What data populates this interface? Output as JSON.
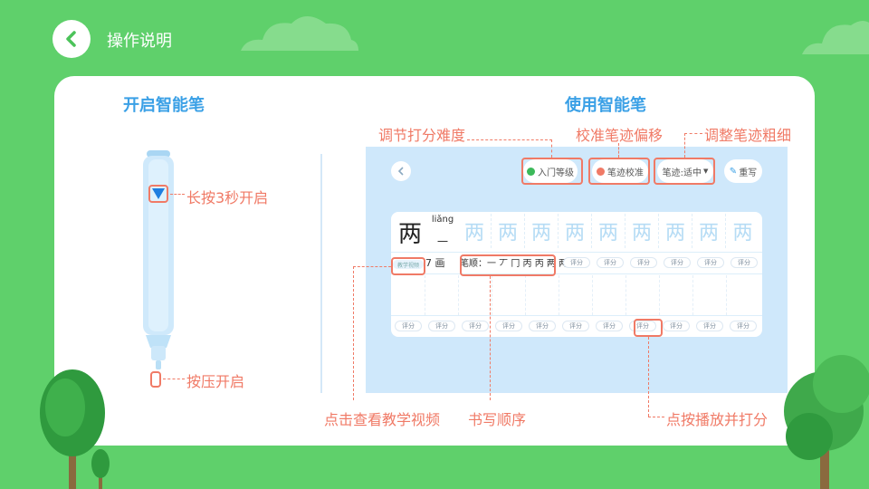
{
  "header": {
    "title": "操作说明"
  },
  "left_section": {
    "title": "开启智能笔",
    "long_press_note": "长按3秒开启",
    "press_note": "按压开启"
  },
  "right_section": {
    "title": "使用智能笔",
    "notes": {
      "difficulty": "调节打分难度",
      "calibrate": "校准笔迹偏移",
      "thickness": "调整笔迹粗细",
      "video": "点击查看教学视频",
      "stroke_order": "书写顺序",
      "play_score": "点按播放并打分"
    },
    "toolbar": {
      "level_label": "入门等级",
      "calibrate_label": "笔迹校准",
      "thickness_label": "笔迹:适中",
      "rewrite_label": "重写"
    },
    "character_card": {
      "character": "两",
      "pinyin": "liǎng",
      "radical": "一",
      "stroke_count": "7 画",
      "stroke_order_label": "笔顺：",
      "stroke_order": "一 丆 冂 丙 丙 两 两",
      "practice_char": "两",
      "score_label": "评分",
      "video_label": "教学视频"
    }
  },
  "colors": {
    "background": "#5fd06b",
    "accent_blue": "#3aa0e6",
    "annotation_red": "#f07a66",
    "panel": "#cfe8fb"
  }
}
